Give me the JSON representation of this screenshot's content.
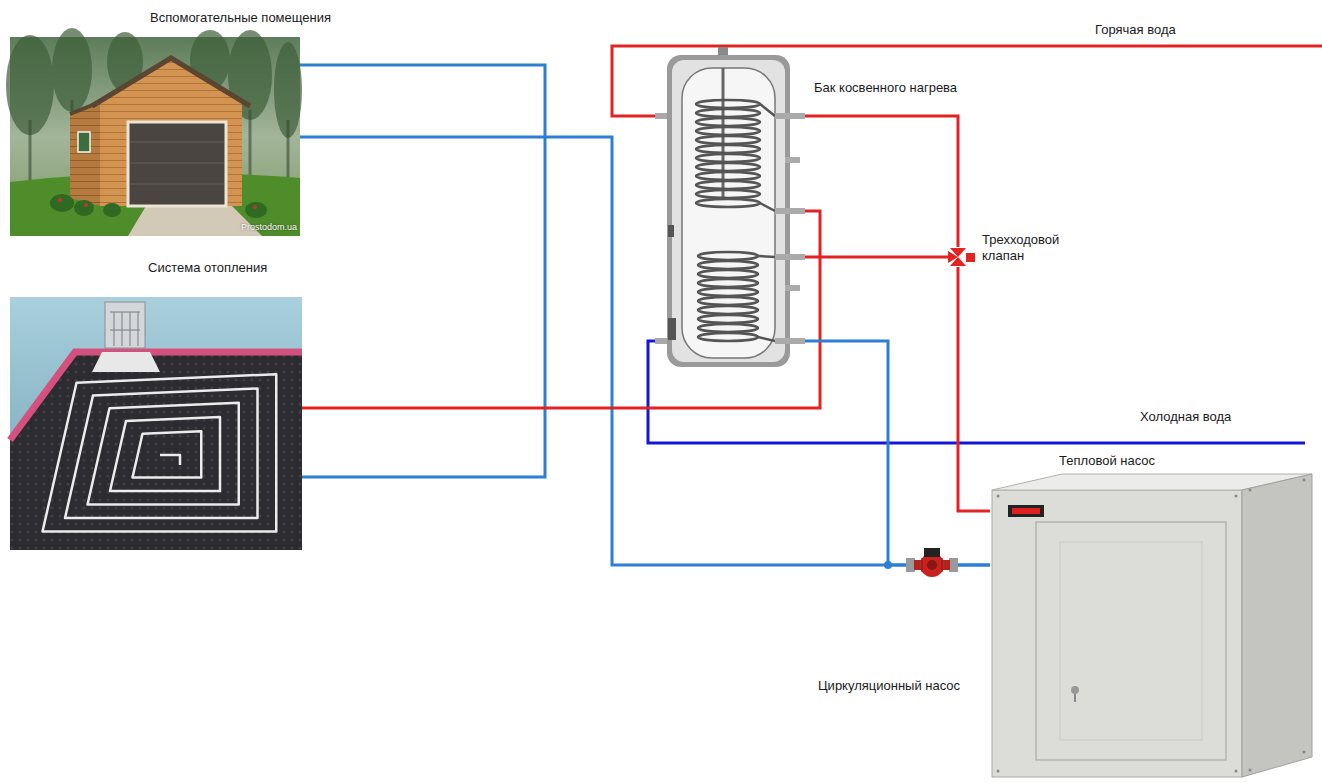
{
  "diagram": {
    "nodes": [
      {
        "text": [
          "Вспомогательные помещения"
        ]
      },
      {
        "text": [
          "Бак косвенного нагрева"
        ]
      },
      {
        "text": [
          "Трехходовой клапан"
        ]
      },
      {
        "text": [
          "Система отопления"
        ]
      },
      {
        "text": [
          "Тепловой насос"
        ]
      }
    ],
    "edges": [
      {
        "from": 0,
        "to": 3,
        "arrow": "none"
      },
      {
        "from": 0,
        "to": 4,
        "arrow": "none"
      },
      {
        "from": 3,
        "to": 1,
        "arrow": "none"
      },
      {
        "from": 1,
        "to": 2,
        "arrow": "none"
      },
      {
        "from": 1,
        "to": 2,
        "arrow": "none"
      },
      {
        "from": 2,
        "to": 4,
        "arrow": "none"
      },
      {
        "from": 1,
        "to": 4,
        "arrow": "none"
      }
    ],
    "labels": [
      "Горячая вода",
      "Холодная вода",
      "Циркуляционный насос",
      "Prostodom.ua"
    ]
  }
}
